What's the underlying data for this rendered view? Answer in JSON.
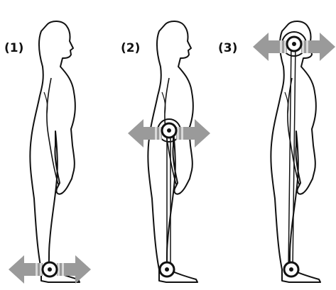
{
  "panels": [
    {
      "label": "(1)",
      "pivot_icon": "ankle-pivot",
      "arrow_icon": "double-arrow"
    },
    {
      "label": "(2)",
      "pivot_icon": "hip-pivot",
      "arrow_icon": "double-arrow"
    },
    {
      "label": "(3)",
      "pivot_icon": "neck-pivot",
      "arrow_icon": "double-arrow"
    }
  ],
  "colors": {
    "outline": "#111111",
    "arrow": "#9a9a9a",
    "arrow_stripe": "#d9d9d9"
  }
}
